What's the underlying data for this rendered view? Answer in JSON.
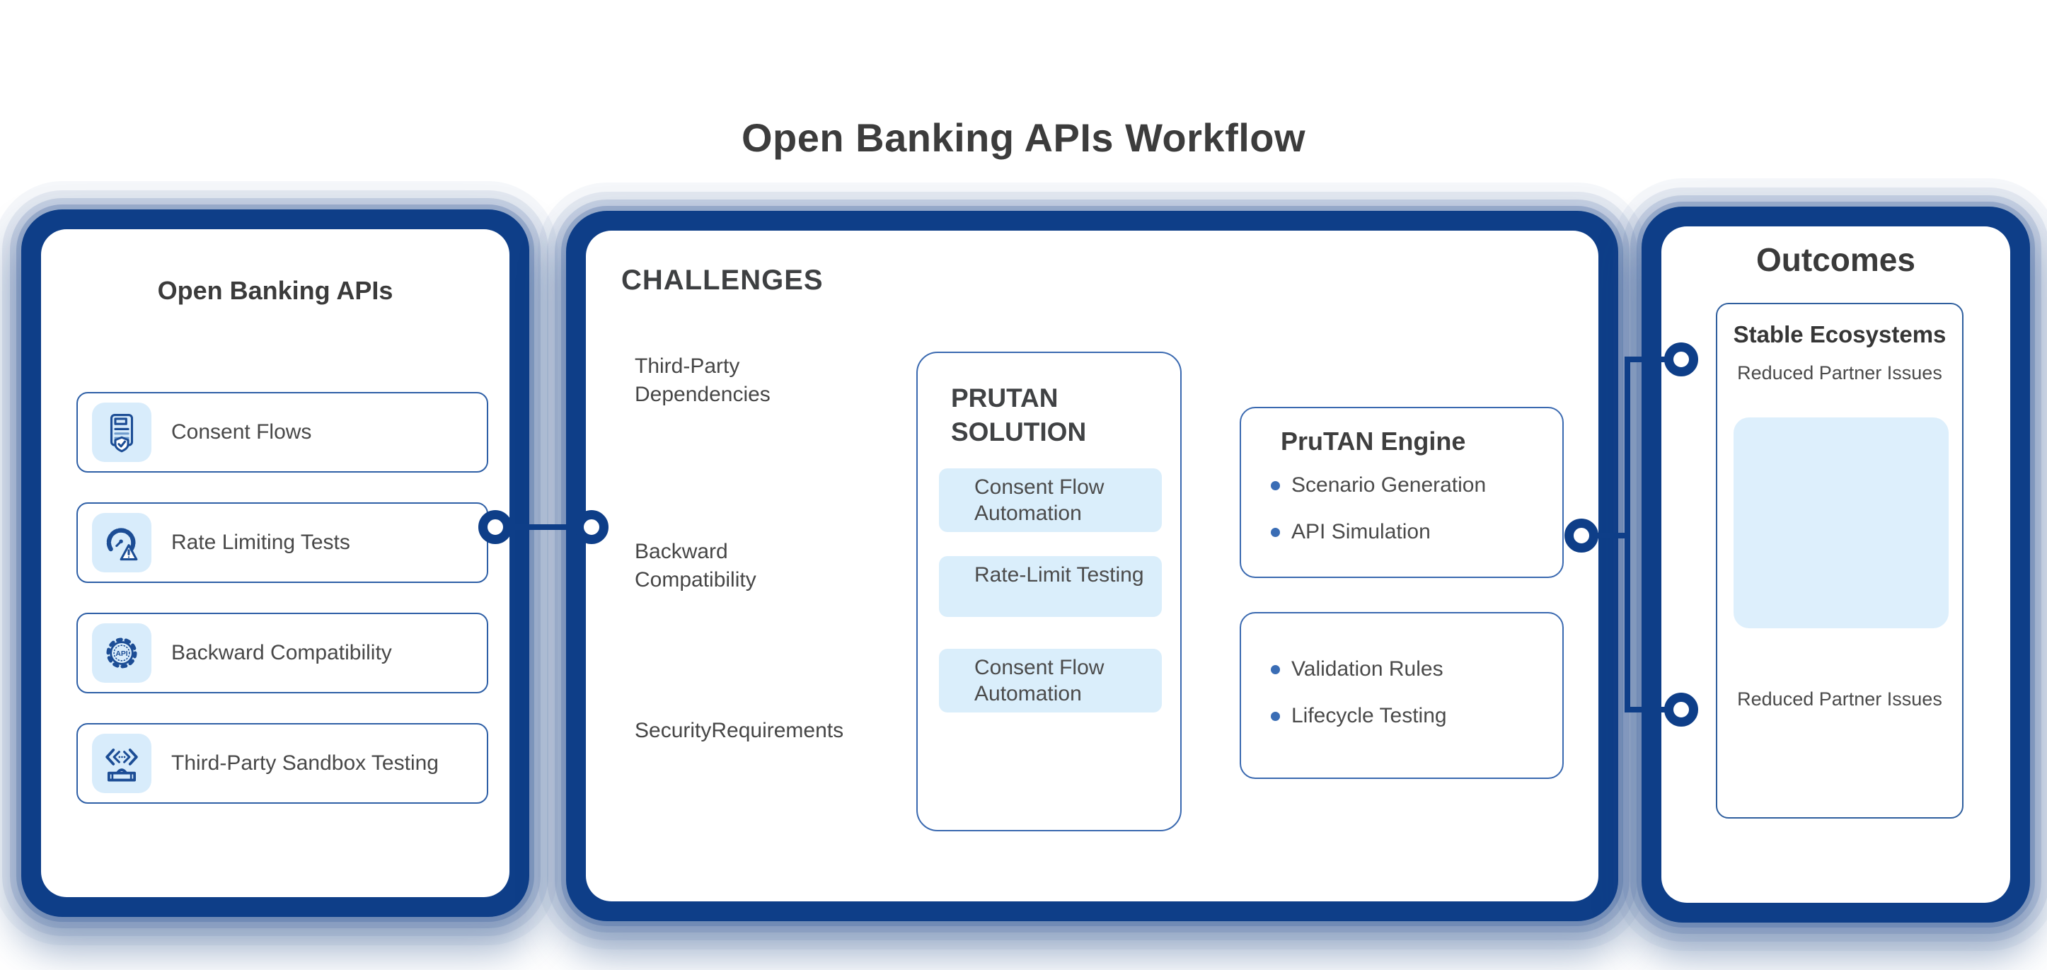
{
  "title": "Open Banking APIs Workflow",
  "left_panel": {
    "title": "Open Banking APIs",
    "items": [
      {
        "label": "Consent Flows",
        "icon": "consent-document-icon"
      },
      {
        "label": "Rate Limiting Tests",
        "icon": "rate-limit-gauge-icon"
      },
      {
        "label": "Backward Compatibility",
        "icon": "api-gear-icon"
      },
      {
        "label": "Third-Party Sandbox Testing",
        "icon": "sandbox-code-icon"
      }
    ]
  },
  "middle_panel": {
    "title": "CHALLENGES",
    "challenges": [
      {
        "label": "Third-Party Dependencies"
      },
      {
        "label": "Backward Compatibility"
      },
      {
        "label": "SecurityRequirements"
      }
    ],
    "solution_box": {
      "title": "PRUTAN SOLUTION",
      "chips": [
        {
          "label": "Consent Flow Automation"
        },
        {
          "label": "Rate-Limit Testing"
        },
        {
          "label": "Consent Flow Automation"
        }
      ]
    },
    "engine_box": {
      "title": "PruTAN Engine",
      "bullets": [
        {
          "label": "Scenario Generation"
        },
        {
          "label": "API Simulation"
        }
      ]
    },
    "secondary_box": {
      "bullets": [
        {
          "label": "Validation Rules"
        },
        {
          "label": "Lifecycle Testing"
        }
      ]
    }
  },
  "right_panel": {
    "title": "Outcomes",
    "card": {
      "heading": "Stable Ecosystems",
      "subheading": "Reduced Partner Issues",
      "footer": "Reduced Partner Issues"
    }
  },
  "colors": {
    "navy": "#0e3e88",
    "thin_border_blue": "#3a69b0",
    "light_blue_fill": "#daeefb",
    "pale_blue_fill": "#ddeffc",
    "heading_text": "#3d3f41",
    "body_text": "#4a4a4a",
    "icon_stroke": "#1c4d95"
  }
}
